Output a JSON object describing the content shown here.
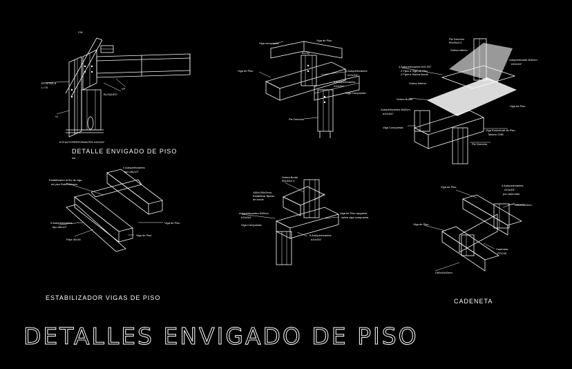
{
  "title": "DETALLES  ENVIGADO  DE  PISO",
  "captions": {
    "detalle": "DETALLE ENVIGADO DE PISO",
    "detalle_scale": "s/e",
    "estabilizador": "ESTABILIZADOR VIGAS DE PISO",
    "cadeneta": "CADENETA"
  },
  "detail1_labels": {
    "cw": "CW",
    "l": "L=75/75/1.6\nL=75",
    "vp": "VP",
    "vi": "VI",
    "bloqueo": "BLOQUEO",
    "autoperf": "6+5 AUTOPERFORANTES #10x3/4\""
  },
  "detail2_labels": {
    "viga_compuesta_top": "Viga compuesta",
    "viga_piso_top": "Viga de Piso",
    "viga_piso_left": "Viga de Piso",
    "bloque": "BLOQ",
    "autop1": "4 Autoperforantes",
    "autop1b": "#10x3/4\"",
    "autop2": "3 Autoperforantes",
    "autop2b": "#10x3/4\"",
    "viga_comp_right": "Viga Compuesta",
    "pie_derecho": "Pie Derecho"
  },
  "detail3_labels": {
    "pie_derecho_top": "Pie Derecho",
    "pie_derecho_top_b": "90x90x2.0",
    "solera_inferior": "Solera inferior",
    "autop_top": "4 Autoperforantes #10-3/4\"",
    "fijan_viga": "2 Fijan a Viga de Piso",
    "fijan_solera": "2 Fijan a Solera Borde",
    "solera_int": "Solera Inferior",
    "autop_8": "Autoperforante 8/40cm.",
    "autop_8b": "#10x3/4\"",
    "solera_borde": "Solera Borde",
    "autop_s": "Autoperforantes 8/40cm.",
    "autop_sb": "#10x3/4\"",
    "viga_compuesta": "Viga Compuesta",
    "viga_piso": "Viga de Piso",
    "viga_est": "Viga Estructural de Piso",
    "viga_est_b": "Tablero OSB",
    "pie_derecho": "Pie Derecho"
  },
  "detail4_labels": {
    "autop": "4 Autoperforantes",
    "autop_b": "tipo #8x1/2\"",
    "estabilizador": "Estabilizador al filo de viga",
    "estabilizador_b": "de piso Rubikoblanco",
    "autop3": "3 Autoperforantes",
    "autop3_b": "tipo #8x1/2\"",
    "viga_piso": "Viga de Piso",
    "viga_piso2": "Viga de Piso",
    "fleje": "Fleje 30x30"
  },
  "detail5_labels": {
    "solera_borde": "Solera Borde",
    "solera_borde_b": "90x30x2.0",
    "u": "U90x150x2mm.",
    "u_b": "Estabilizar fijando",
    "u_c": "de borde",
    "autop_6": "Autoperforantes 8/40cm.",
    "autop_6b": "#10x3/4\"",
    "viga_comp": "Viga Compuesta",
    "viga_piso_apoyada": "Viga de Piso apoyada",
    "viga_piso_apoyada_b": "sobre viga compuesta",
    "autop_8": "8 Autoperforantes",
    "autop_8b": "#10x3/4\""
  },
  "detail6_labels": {
    "viga_piso": "Viga de Piso",
    "autop_4": "4 Autoperforantes",
    "autop_4b": "#10x3/4\"",
    "autop_4c": "por cada lado",
    "u": "U90x40x2mm.",
    "viga_piso_left": "Viga de Piso",
    "cadeneta": "Cadeneta",
    "cadeneta_b": "PGC90",
    "u2": "U90x40x2mm."
  }
}
